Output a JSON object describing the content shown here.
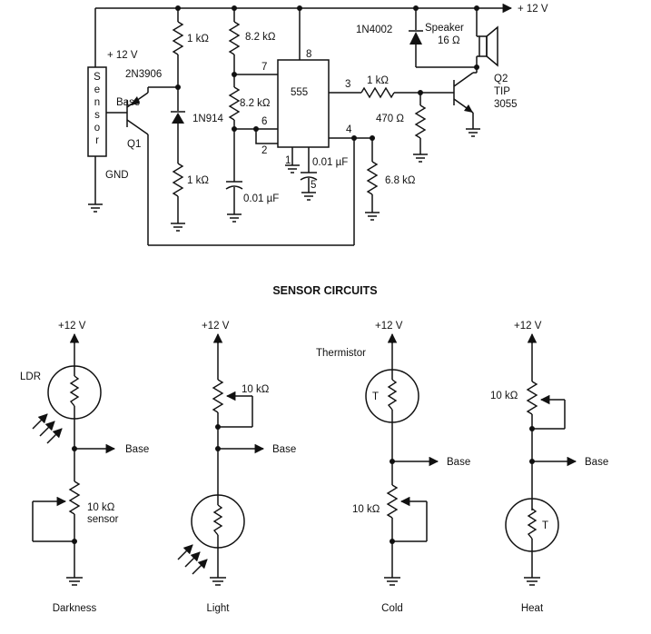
{
  "main": {
    "supply_top": "+ 12 V",
    "supply_sensor": "+ 12 V",
    "sensor_label": "Sensor",
    "gnd_label": "GND",
    "base_label": "Base",
    "q1_label": "Q1",
    "q1_part": "2N3906",
    "diode1": "1N914",
    "r_top_left": "1 kΩ",
    "r_bottom_left": "1 kΩ",
    "r_timing1": "8.2 kΩ",
    "r_timing2": "8.2 kΩ",
    "cap_timing": "0.01 µF",
    "cap_ctrl": "0.01 µF",
    "r_reset": "6.8 kΩ",
    "ic": "555",
    "pins": [
      "8",
      "7",
      "6",
      "2",
      "1",
      "5",
      "4",
      "3"
    ],
    "r_base": "1 kΩ",
    "r_pulldown": "470 Ω",
    "diode2": "1N4002",
    "speaker_label": "Speaker",
    "speaker_value": "16 Ω",
    "q2_label": "Q2",
    "q2_part1": "TIP",
    "q2_part2": "3055"
  },
  "section_title": "SENSOR CIRCUITS",
  "sensors": [
    {
      "supply": "+12 V",
      "top_label": "LDR",
      "pot_label": "10 kΩ",
      "pot_label2": "sensor",
      "base": "Base",
      "caption": "Darkness"
    },
    {
      "supply": "+12 V",
      "pot_label": "10 kΩ",
      "base": "Base",
      "caption": "Light"
    },
    {
      "supply": "+12 V",
      "top_label": "Thermistor",
      "therm_mark": "T",
      "pot_label": "10 kΩ",
      "base": "Base",
      "caption": "Cold"
    },
    {
      "supply": "+12 V",
      "pot_label": "10 kΩ",
      "therm_mark": "T",
      "base": "Base",
      "caption": "Heat"
    }
  ]
}
